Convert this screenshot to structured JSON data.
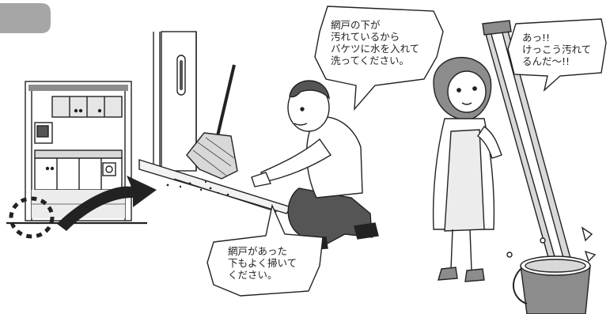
{
  "bubbles": {
    "man": [
      "網戸の下が",
      "汚れているから",
      "バケツに水を入れて",
      "洗ってください。"
    ],
    "woman": [
      "あっ!!",
      "けっこう汚れて",
      "るんだ〜!!"
    ],
    "floor": [
      "網戸があった",
      "下もよく掃いて",
      "ください。"
    ]
  },
  "colors": {
    "ink": "#222222",
    "tab": "#a6a6a6",
    "grey_light": "#d8d8d8",
    "grey_mid": "#8c8c8c",
    "grey_dark": "#555555"
  },
  "icons": [
    "curved-arrow-icon",
    "dotted-circle-highlight-icon",
    "broom-icon",
    "bucket-icon"
  ]
}
